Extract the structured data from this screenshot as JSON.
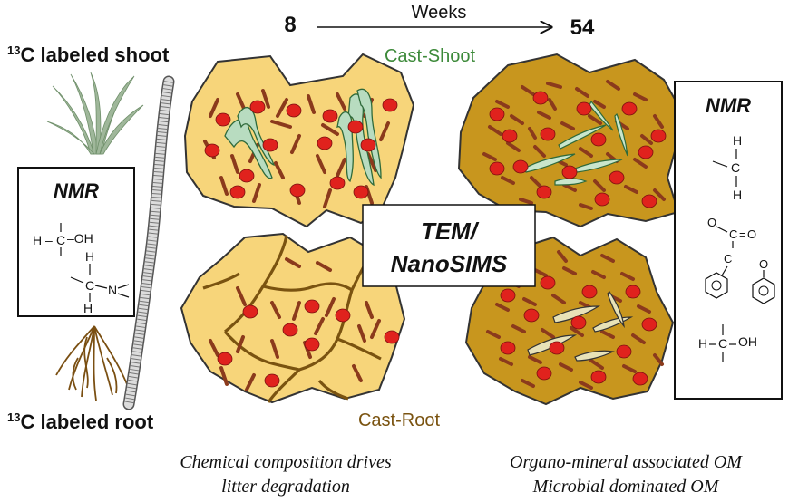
{
  "shoot_label": {
    "sup": "13",
    "text": "C labeled shoot"
  },
  "root_label": {
    "sup": "13",
    "text": "C labeled root"
  },
  "timeline": {
    "start": "8",
    "end": "54",
    "caption": "Weeks"
  },
  "cast_shoot_label": "Cast-Shoot",
  "cast_root_label": "Cast-Root",
  "center_box": {
    "line1": "TEM/",
    "line2": "NanoSIMS"
  },
  "left_nmr": {
    "title": "NMR",
    "alcohol": {
      "h": "H",
      "dash": "–",
      "c": "C",
      "oh": "–OH"
    },
    "amine": {
      "h_top": "H",
      "c": "C",
      "n": "N",
      "h_bottom": "H"
    }
  },
  "right_nmr": {
    "title": "NMR",
    "methyl": {
      "h_top": "H",
      "c": "C",
      "h_bottom": "H"
    },
    "carboxyl": {
      "o": "O",
      "c": "C",
      "eq": "=",
      "o2": "O"
    },
    "aromatic_c": "C",
    "phenol_o": "O",
    "alcohol": {
      "h": "H",
      "c": "C",
      "oh": "OH"
    }
  },
  "bottom_left_caption": {
    "line1": "Chemical composition drives",
    "line2": "litter degradation"
  },
  "bottom_right_caption": {
    "line1": "Organo-mineral associated OM",
    "line2": "Microbial dominated OM"
  },
  "colors": {
    "light_cast": "#f7d57a",
    "dark_cast": "#c8961e",
    "mineral": "#8b3a1c",
    "microbe": "#e0221d",
    "litter": "#b8dcc0",
    "cast_shoot_text": "#3d8a3a",
    "cast_root_text": "#7a5310",
    "worm": "#d6d6d6"
  }
}
